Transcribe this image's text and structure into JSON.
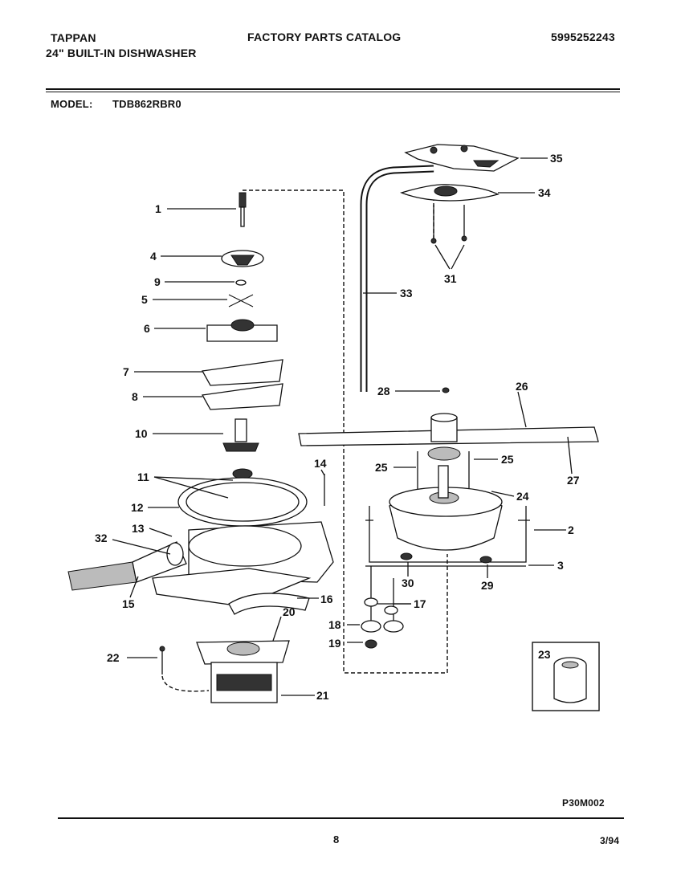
{
  "header": {
    "brand": "TAPPAN",
    "product": "24\" BUILT-IN DISHWASHER",
    "catalog_title": "FACTORY PARTS CATALOG",
    "part_number": "5995252243",
    "model_label": "MODEL:",
    "model_value": "TDB862RBR0"
  },
  "footer": {
    "figure_code": "P30M002",
    "page_number": "8",
    "date": "3/94"
  },
  "callouts": {
    "c1": "1",
    "c2": "2",
    "c3": "3",
    "c4": "4",
    "c5": "5",
    "c6": "6",
    "c7": "7",
    "c8": "8",
    "c9": "9",
    "c10": "10",
    "c11": "11",
    "c12": "12",
    "c13": "13",
    "c14": "14",
    "c15": "15",
    "c16": "16",
    "c17": "17",
    "c18": "18",
    "c19": "19",
    "c20": "20",
    "c21": "21",
    "c22": "22",
    "c23": "23",
    "c24": "24",
    "c25a": "25",
    "c25b": "25",
    "c26": "26",
    "c27": "27",
    "c28": "28",
    "c29": "29",
    "c30": "30",
    "c31": "31",
    "c32": "32",
    "c33": "33",
    "c34": "34",
    "c35": "35"
  }
}
